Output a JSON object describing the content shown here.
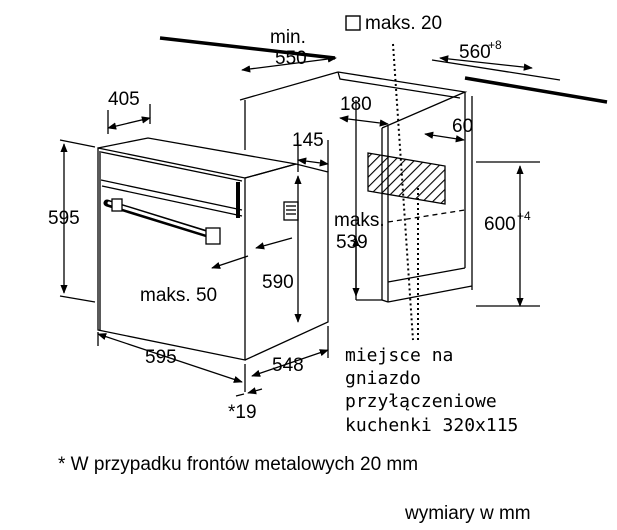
{
  "dimensions": {
    "min_label": "min.",
    "min_550": "550",
    "maks_20": "maks. 20",
    "d560": "560",
    "d560_sup": "+8",
    "d405": "405",
    "d180": "180",
    "d145": "145",
    "d60": "60",
    "d595_height": "595",
    "maks_539_label": "maks.",
    "maks_539_value": "539",
    "d600": "600",
    "d600_sup": "+4",
    "d590": "590",
    "maks_50": "maks. 50",
    "d595_width": "595",
    "d548": "548",
    "star19": "*19"
  },
  "socket_note": {
    "line1": "miejsce na",
    "line2": "gniazdo",
    "line3": "przyłączeniowe",
    "line4": "kuchenki 320x115"
  },
  "footnote": "* W przypadku frontów metalowych 20 mm",
  "units_note": "wymiary w mm"
}
